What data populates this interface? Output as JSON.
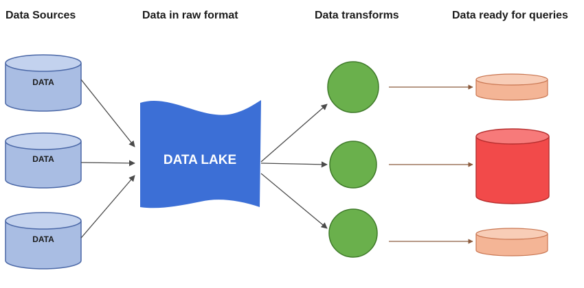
{
  "headers": {
    "sources": "Data Sources",
    "raw": "Data in raw format",
    "transforms": "Data transforms",
    "ready": "Data ready for queries"
  },
  "sources": [
    {
      "label": "DATA"
    },
    {
      "label": "DATA"
    },
    {
      "label": "DATA"
    }
  ],
  "lake": {
    "label": "DATA LAKE"
  },
  "colors": {
    "source_fill": "#a9bde3",
    "source_top": "#c3d2ee",
    "source_stroke": "#4a67a6",
    "lake_fill": "#3c6fd6",
    "transform_fill": "#6ab04c",
    "transform_stroke": "#3f7a2a",
    "target_small_fill": "#f4b596",
    "target_small_top": "#f8cdb7",
    "target_small_stroke": "#c8744f",
    "target_big_fill": "#f24a4a",
    "target_big_top": "#f77a7a",
    "target_big_stroke": "#b52d2d",
    "arrow": "#4a4a4a",
    "arrow_brown": "#8b5a3c"
  },
  "icons": {
    "source": "database-cylinder-icon",
    "lake": "data-lake-banner-icon",
    "transform": "circle-icon",
    "target": "database-cylinder-icon"
  }
}
